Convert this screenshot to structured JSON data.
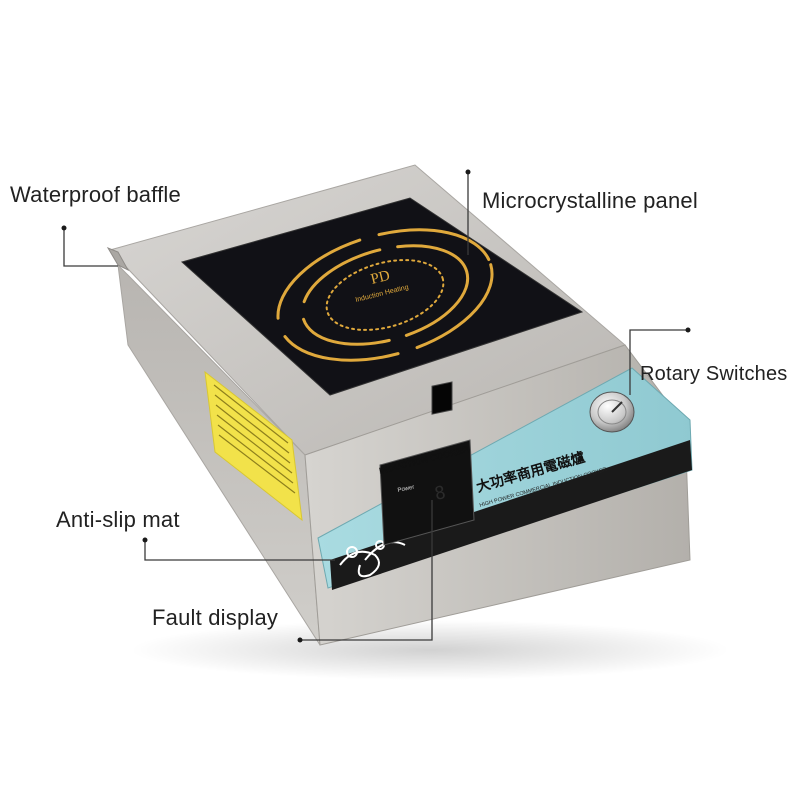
{
  "callouts": {
    "waterproof_baffle": "Waterproof baffle",
    "microcrystalline_panel": "Microcrystalline panel",
    "rotary_switches": "Rotary Switches",
    "anti_slip_mat": "Anti-slip mat",
    "fault_display": "Fault display"
  },
  "product": {
    "brand_mark": "PD",
    "brand_sub": "Induction Heating",
    "front_title": "INDUCTION COOKER",
    "chinese_title": "大功率商用電磁爐",
    "sub_title": "HIGH POWER COMMERCIAL INDUCTION COOKER",
    "power_label": "Power",
    "display_digit": "8"
  },
  "colors": {
    "steel": "#c9c6c2",
    "glass": "#121218",
    "coil": "#e0a93c",
    "front_panel": "#9fd3da",
    "leader_line": "#3a3a3a"
  }
}
